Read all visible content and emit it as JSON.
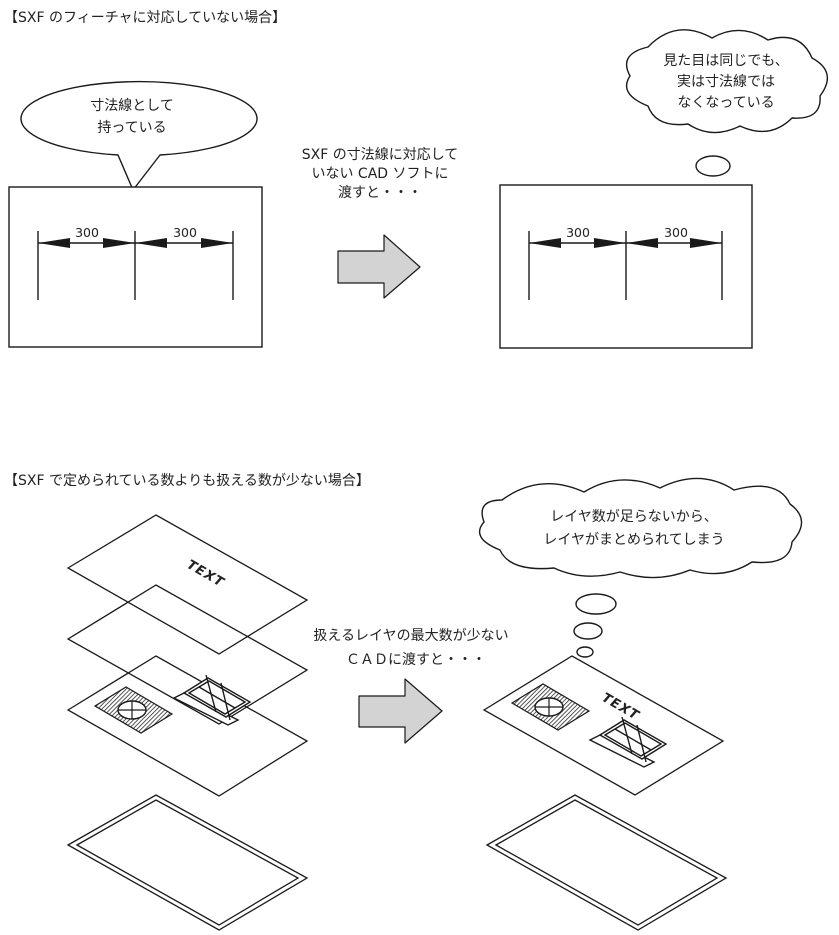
{
  "section1": {
    "heading": "【SXF のフィーチャに対応していない場合】",
    "speech_bubble": [
      "寸法線として",
      "持っている"
    ],
    "arrow_caption": [
      "SXF の寸法線に対応して",
      "いない CAD ソフトに",
      "渡すと・・・"
    ],
    "thought_bubble": [
      "見た目は同じでも、",
      "実は寸法線では",
      "なくなっている"
    ],
    "left_dims": [
      "300",
      "300"
    ],
    "right_dims": [
      "300",
      "300"
    ]
  },
  "section2": {
    "heading": "【SXF で定められている数よりも扱える数が少ない場合】",
    "thought_bubble": [
      "レイヤ数が足らないから、",
      "レイヤがまとめられてしまう"
    ],
    "arrow_caption": [
      "扱えるレイヤの最大数が少ない",
      "ＣＡＤに渡すと・・・"
    ],
    "left_layer_text": "TEXT",
    "right_layer_text": "TEXT"
  },
  "colors": {
    "line": "#1a1a1a",
    "arrow_fill": "#d3d3d3",
    "hatch": "#2a2a2a"
  }
}
